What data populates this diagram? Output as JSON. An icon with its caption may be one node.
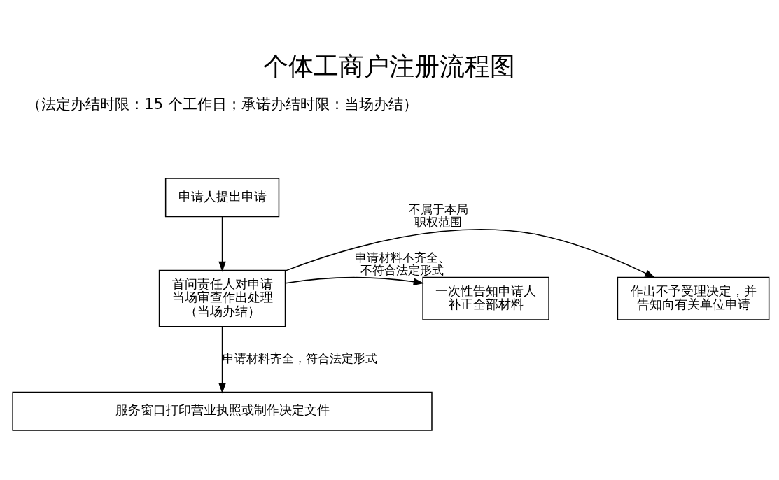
{
  "diagram": {
    "title": "个体工商户注册流程图",
    "nodes": [
      {
        "text": [
          "申请人提出申请"
        ]
      },
      {
        "text": [
          "作出不予受理决定，并告知向有关单位申请"
        ]
      },
      {
        "text": [
          "首问责任人对申请当场审查作出处理（当场办结）"
        ]
      },
      {
        "text": [
          "一次性告知申请人补正全部材料"
        ]
      },
      {
        "text": [
          "服务窗口打印营业执照或制作决定文件"
        ]
      }
    ],
    "edges": [
      {
        "from": 0,
        "to": 2,
        "arrow": "to"
      },
      {
        "from": 2,
        "to": 1,
        "arrow": "to",
        "label": "不属于本局职权范围"
      },
      {
        "from": 2,
        "to": 3,
        "arrow": "to",
        "label": "申请材料不齐全、不符合法定形式"
      },
      {
        "from": 2,
        "to": 4,
        "arrow": "to",
        "label": "申请材料齐全，符合法定形式"
      }
    ],
    "labels": [
      "（法定办结时限：15 个工作日；承诺办结时限：当场办结）"
    ]
  }
}
